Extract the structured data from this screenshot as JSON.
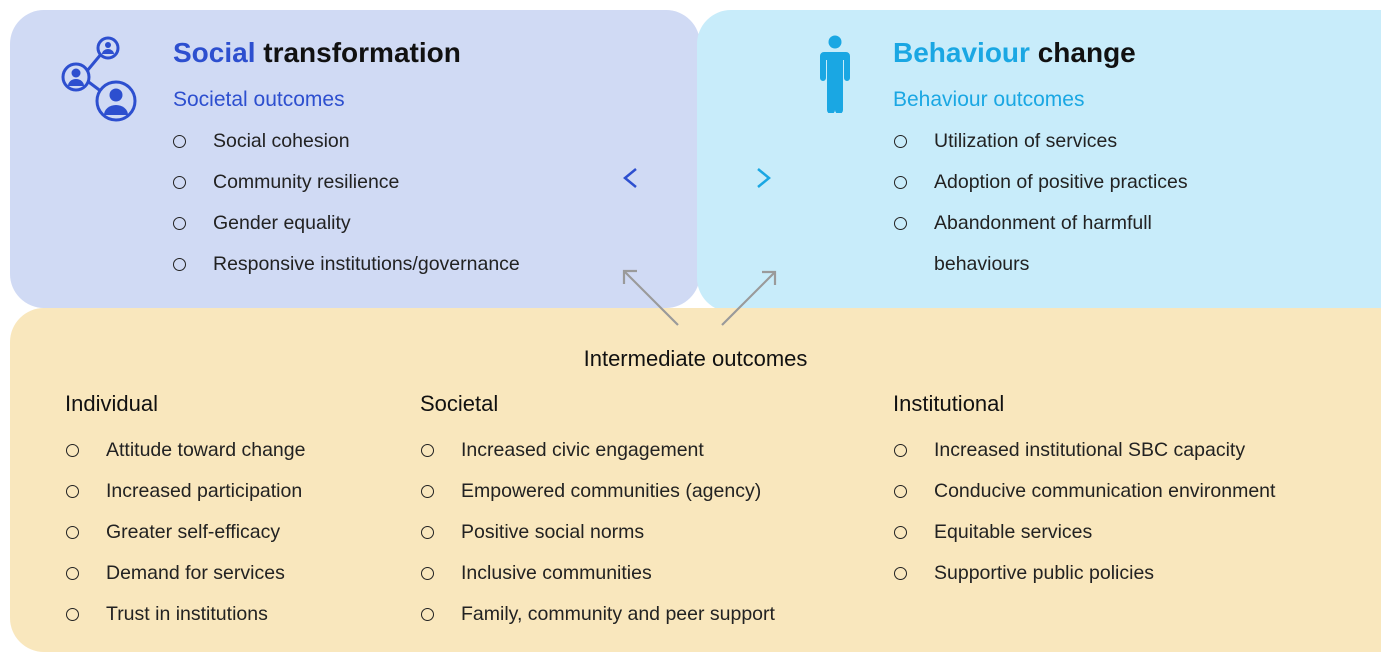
{
  "social": {
    "heading_accent": "Social",
    "heading_rest": " transformation",
    "subheading": "Societal outcomes",
    "items": [
      "Social cohesion",
      "Community resilience",
      "Gender equality",
      "Responsive institutions/governance"
    ]
  },
  "behaviour": {
    "heading_accent": "Behaviour",
    "heading_rest": " change",
    "subheading": "Behaviour outcomes",
    "items": [
      "Utilization of services",
      "Adoption of positive practices",
      "Abandonment of harmfull behaviours"
    ]
  },
  "intermediate": {
    "title": "Intermediate outcomes",
    "individual": {
      "title": "Individual",
      "items": [
        "Attitude toward change",
        "Increased participation",
        "Greater self-efficacy",
        "Demand for services",
        "Trust in institutions"
      ]
    },
    "societal": {
      "title": "Societal",
      "items": [
        "Increased civic engagement",
        "Empowered communities (agency)",
        "Positive social norms",
        "Inclusive communities",
        "Family, community and peer support"
      ]
    },
    "institutional": {
      "title": "Institutional",
      "items": [
        "Increased institutional SBC capacity",
        "Conducive communication environment",
        "Equitable services",
        "Supportive public policies"
      ]
    }
  },
  "colors": {
    "social_panel": "#d0daf4",
    "social_accent": "#2d4fcf",
    "behaviour_panel": "#c8ecfa",
    "behaviour_accent": "#1aa7e3",
    "intermediate_panel": "#f9e7bd",
    "arrow_grey": "#9a9a9a"
  },
  "icons": {
    "social": "people-network-icon",
    "behaviour": "person-icon"
  }
}
